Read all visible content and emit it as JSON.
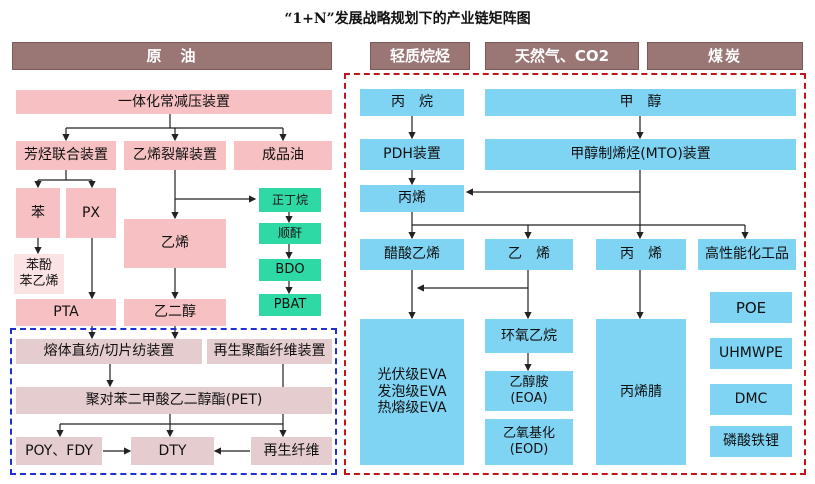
{
  "title": "“1+N”发展战略规划下的产业链矩阵图",
  "headers": {
    "crude_oil": "原　油",
    "light_hydrocarbon": "轻质烷烃",
    "natgas_co2": "天然气、CO2",
    "coal": "煤炭"
  },
  "left": {
    "refinery": "一体化常减压装置",
    "aromatics_unit": "芳烃联合装置",
    "ethylene_cracker": "乙烯裂解装置",
    "refined_oil": "成品油",
    "benzene": "苯",
    "px": "PX",
    "phenol_styrene": "苯酚\n苯乙烯",
    "pta": "PTA",
    "ethylene": "乙烯",
    "ethylene_glycol": "乙二醇",
    "n_butane": "正丁烷",
    "maleic_anhydride": "顺酐",
    "bdo": "BDO",
    "pbat": "PBAT",
    "melt_spinning": "熔体直纺/切片纺装置",
    "recycled_fiber_unit": "再生聚酯纤维装置",
    "pet": "聚对苯二甲酸乙二醇酯(PET)",
    "poy_fdy": "POY、FDY",
    "dty": "DTY",
    "recycled_fiber": "再生纤维"
  },
  "right": {
    "propane": "丙　烷",
    "methanol": "甲　醇",
    "pdh": "PDH装置",
    "mto": "甲醇制烯烃(MTO)装置",
    "propylene_top": "丙烯",
    "vinyl_acetate": "醋酸乙烯",
    "ethylene": "乙　烯",
    "propylene": "丙　烯",
    "high_perf_chem": "高性能化工品",
    "eva": "光伏级EVA\n发泡级EVA\n热熔级EVA",
    "ethylene_oxide": "环氧乙烷",
    "eoa": "乙醇胺\n(EOA)",
    "eod": "乙氧基化\n(EOD)",
    "acrylonitrile": "丙烯腈",
    "poe": "POE",
    "uhmwpe": "UHMWPE",
    "dmc": "DMC",
    "lfp": "磷酸铁锂"
  },
  "colors": {
    "header": "#9a7775",
    "pink": "#f7c1c3",
    "blue": "#7fd3f3",
    "green": "#2fd9a6",
    "frame_red": "#c0151b",
    "frame_blue": "#1f2fd0"
  }
}
